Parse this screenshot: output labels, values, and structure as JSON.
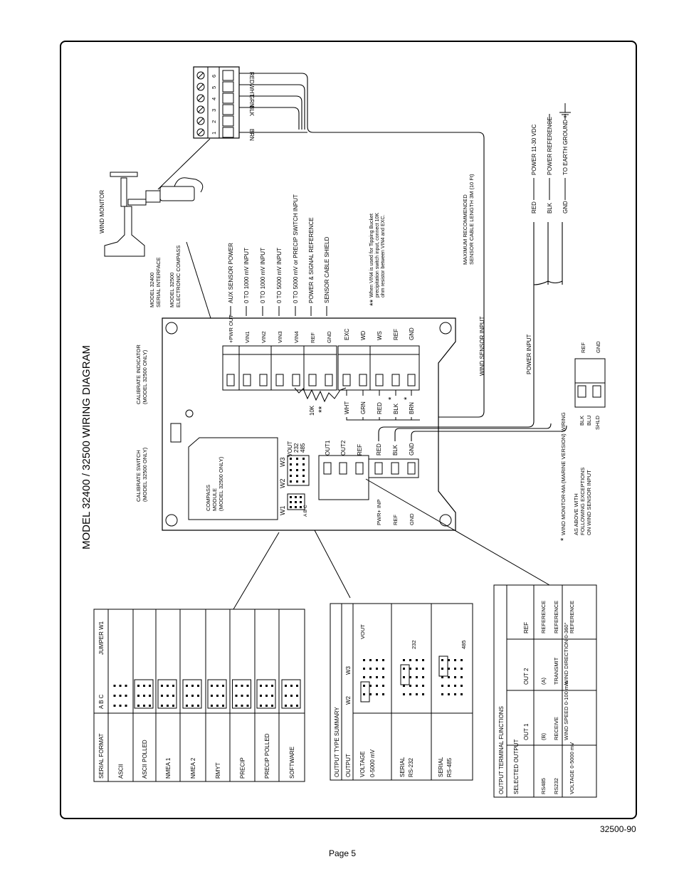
{
  "title": "MODEL 32400 / 32500 WIRING DIAGRAM",
  "doc_number": "32500-90",
  "page_label": "Page 5",
  "wind_monitor": {
    "label": "WIND MONITOR",
    "pins": [
      "1",
      "2",
      "3",
      "4",
      "5",
      "6"
    ],
    "wires": [
      "BRN",
      "BLK",
      "GRN",
      "WHT",
      "RED"
    ]
  },
  "interface_labels": [
    "MODEL 32400",
    "SERIAL INTERFACE",
    "MODEL 32500",
    "ELECTRONIC COMPASS"
  ],
  "input_terminals": [
    "+PWR OUT",
    "VIN1",
    "VIN2",
    "VIN3",
    "VIN4",
    "REF",
    "GND"
  ],
  "input_descriptions": [
    "AUX SENSOR POWER",
    "0 TO 1000 mV INPUT",
    "0 TO 1000 mV INPUT",
    "0 TO 5000 mV INPUT",
    "0 TO 5000 mV or PRECIP SWITCH INPUT",
    "POWER & SIGNAL REFERENCE",
    "SENSOR CABLE SHIELD"
  ],
  "wind_terminals": [
    "EXC",
    "WD",
    "WS",
    "REF",
    "GND"
  ],
  "wind_wires": [
    "WHT",
    "GRN",
    "RED",
    "BLK",
    "BRN"
  ],
  "resistor_label": "10K",
  "note_marker": "**",
  "note_lines": [
    "When VIN4 is used for Tipping Bucket",
    "precipitation switch input, connect 10K",
    "ohm resistor between VIN4 and EXC."
  ],
  "cable_note": [
    "MAXIMUM RECOMMENDED",
    "SENSOR CABLE LENGTH 3M (10 Ft)"
  ],
  "wind_sensor_input": "WIND SENSOR INPUT",
  "power_input": "POWER INPUT",
  "power_wires": [
    "RED",
    "BLK",
    "GND"
  ],
  "power_descriptions": [
    "POWER 11-30 VDC",
    "POWER REFERENCE",
    "TO EARTH GROUND"
  ],
  "output_terminals": [
    "OUT1",
    "OUT2",
    "REF"
  ],
  "power_terminals": [
    "RED",
    "BLK",
    "GND"
  ],
  "power_input_terms": [
    "PWR+ INP",
    "REF",
    "GND"
  ],
  "jumpers": {
    "w1": "W1",
    "w2": "W2",
    "w3": "W3",
    "abc": "A B C",
    "vout": "VOUT",
    "r232": "232",
    "r485": "485"
  },
  "compass_module": [
    "COMPASS",
    "MODULE",
    "(MODEL 32500 ONLY)"
  ],
  "calibrate_switch": [
    "CALIBRATE SWITCH",
    "(MODEL 32500 ONLY)"
  ],
  "calibrate_indicator": [
    "CALIBRATE INDICATOR",
    "(MODEL 32500 ONLY)"
  ],
  "marine": {
    "title": "WIND MONITOR-MA (MARINE VERSION) WIRING",
    "lines": [
      "AS ABOVE WITH",
      "FOLLOWING EXCEPTIONS",
      "ON WIND SENSOR INPUT"
    ],
    "terms": [
      "REF",
      "GND"
    ],
    "wires": [
      "BLK",
      "BLU",
      "SHLD"
    ],
    "marker": "*"
  },
  "serial_table": {
    "header": [
      "SERIAL FORMAT",
      "A  B  C",
      "JUMPER W1"
    ],
    "rows": [
      "ASCII",
      "ASCII POLLED",
      "NMEA 1",
      "NMEA 2",
      "RMYT",
      "PRECIP",
      "PRECIP POLLED",
      "SOFTWARE"
    ]
  },
  "output_type_table": {
    "title": "OUTPUT TYPE SUMMARY",
    "header": [
      "OUTPUT",
      "W2",
      "W3"
    ],
    "rows": [
      [
        "VOLTAGE",
        "0-5000 mV",
        "VOUT"
      ],
      [
        "SERIAL",
        "RS-232",
        "232"
      ],
      [
        "SERIAL",
        "RS-485",
        "485"
      ]
    ]
  },
  "output_func_table": {
    "title": "OUTPUT TERMINAL FUNCTIONS",
    "header": [
      "SELECTED OUTPUT",
      "OUT 1",
      "OUT 2",
      "REF"
    ],
    "rows": [
      [
        "RS485",
        "(B)",
        "(A)",
        "REFERENCE"
      ],
      [
        "RS232",
        "RECEIVE",
        "TRANSMIT",
        "REFERENCE"
      ],
      [
        "VOLTAGE 0-5000 mV",
        "WIND SPEED 0-100 m/s",
        "WIND DIRECTION 0-360°",
        "REFERENCE"
      ]
    ]
  }
}
